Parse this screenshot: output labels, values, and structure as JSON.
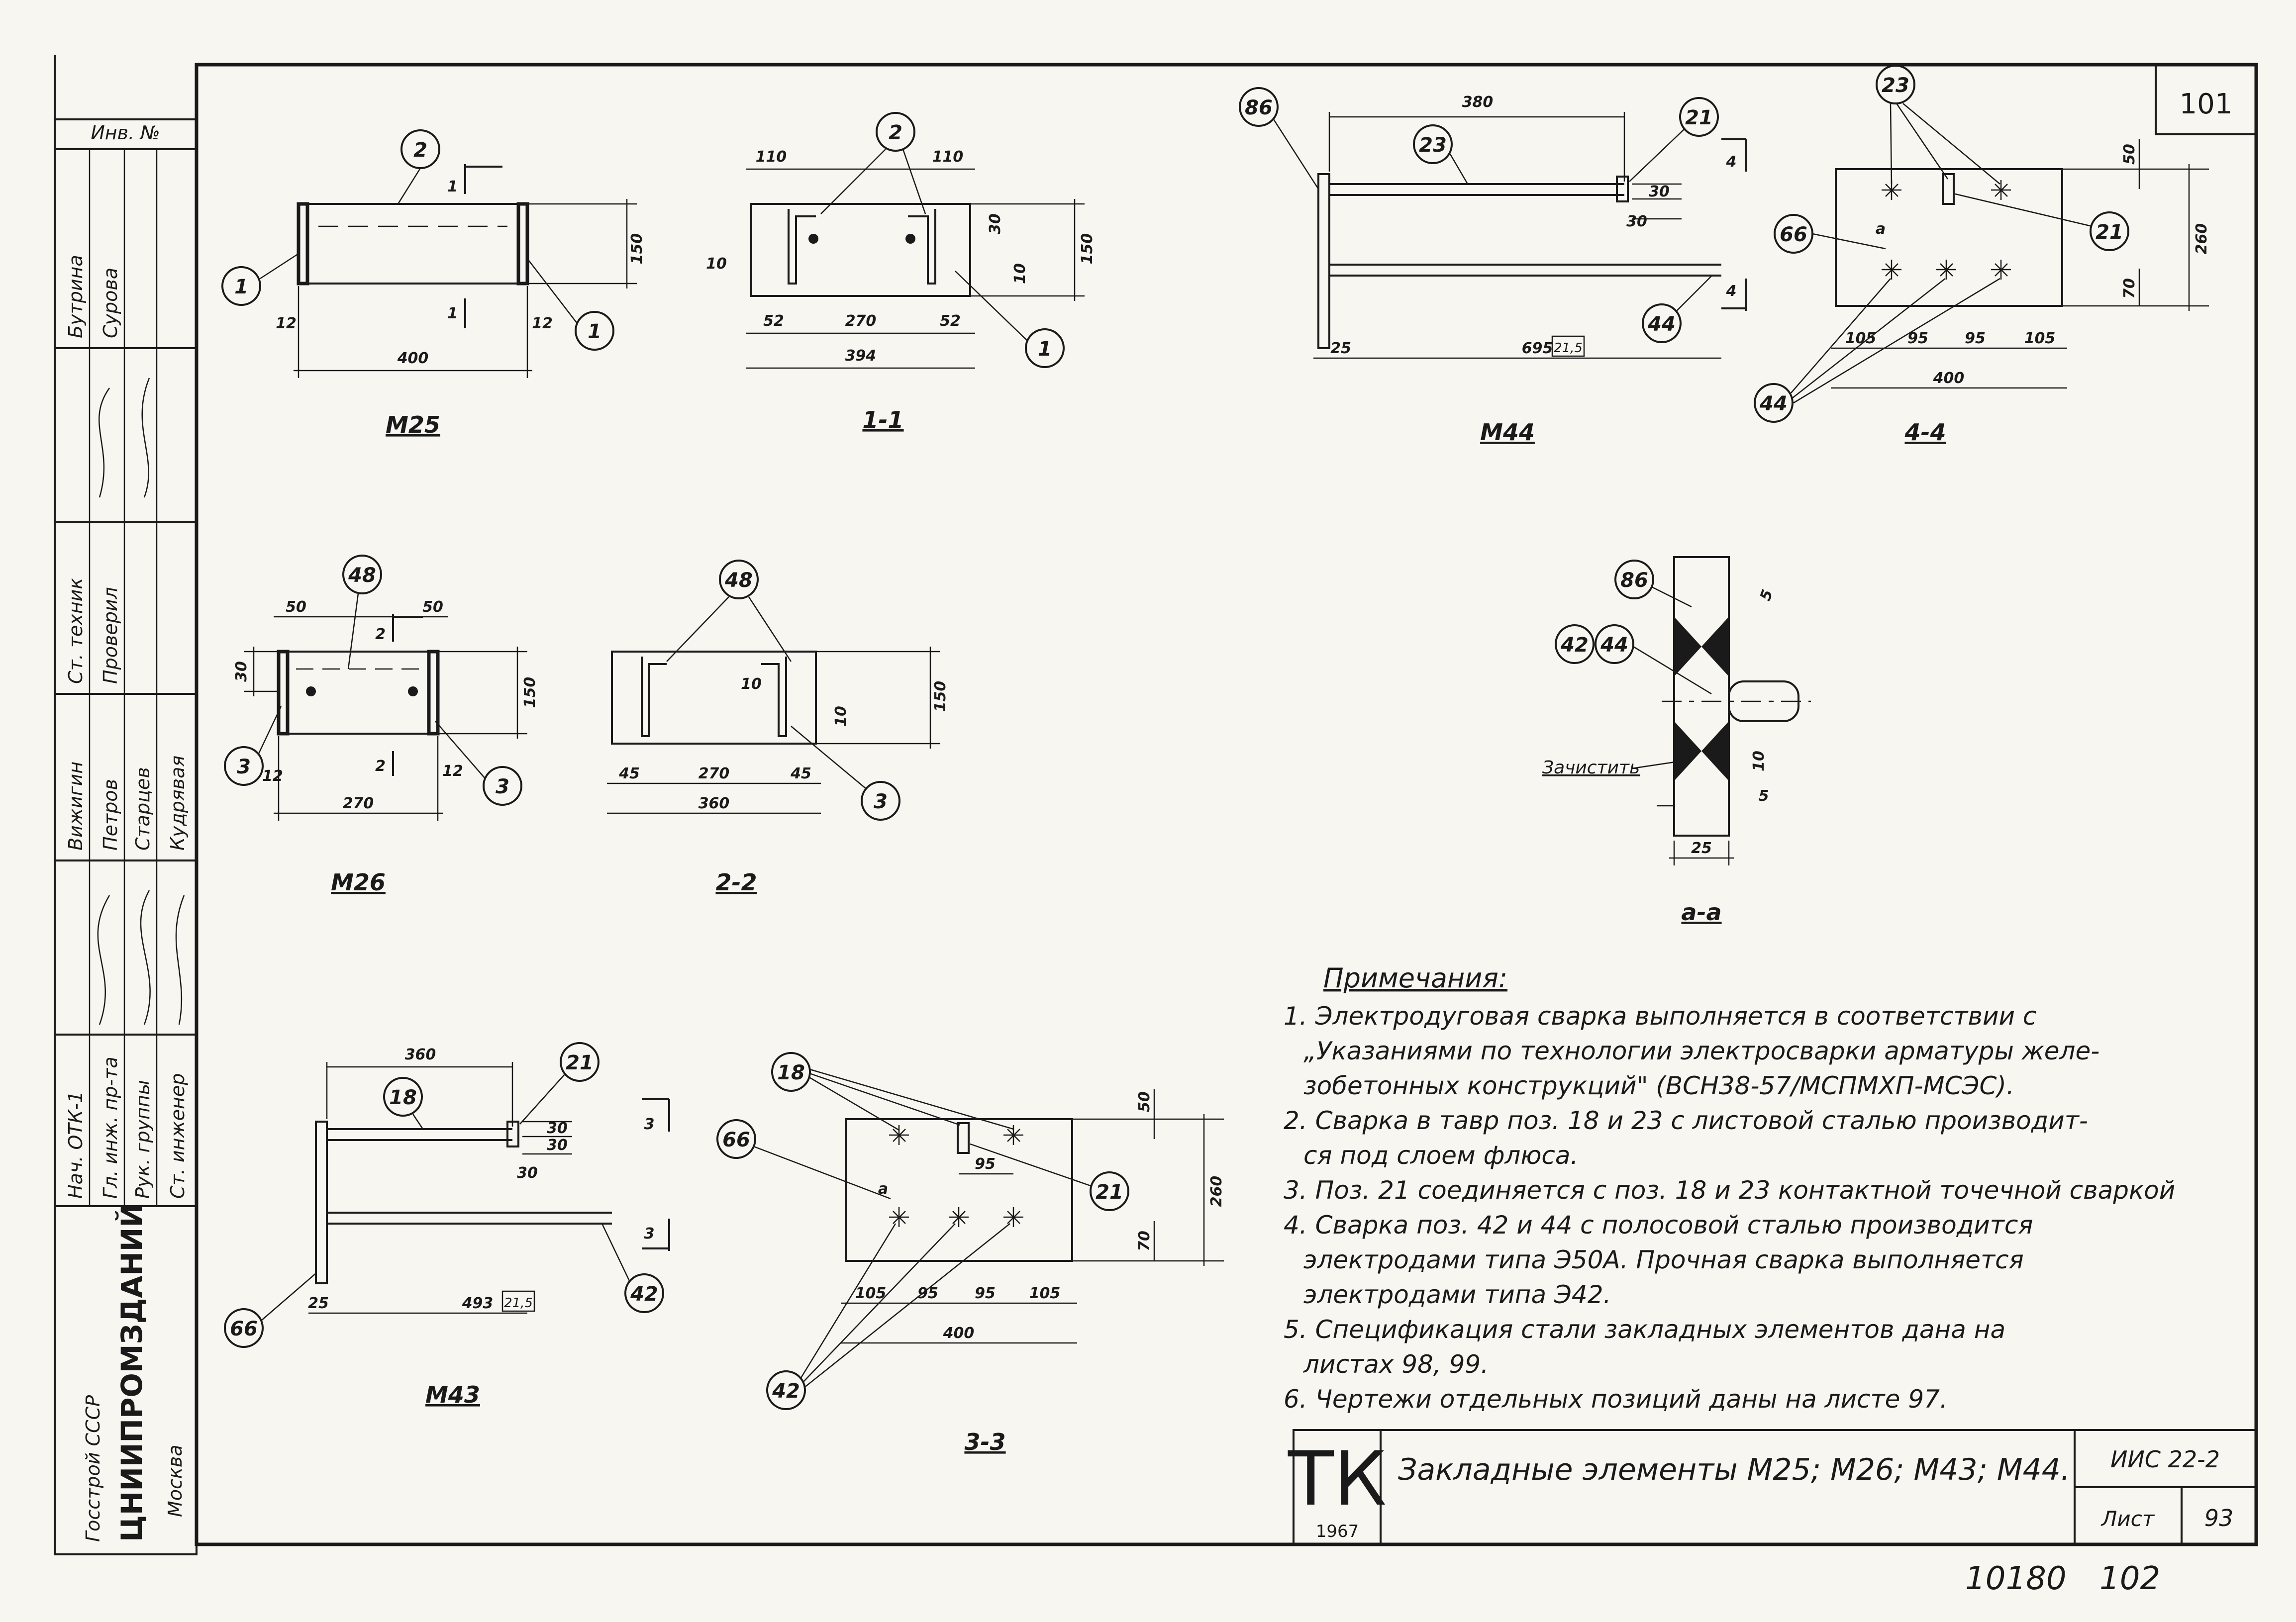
{
  "sheet_corner": "101",
  "bottom_numbers": [
    "10180",
    "102"
  ],
  "sidebar": {
    "inv": "Инв. №",
    "names_col1": [
      "Бутрина",
      "Ст. техник",
      "Вижигин",
      "Нач. ОТК-1"
    ],
    "names_col2": [
      "Сурова",
      "Проверил",
      "Петров",
      "Гл. инж. пр-та"
    ],
    "names_col3": [
      "Старцев",
      "Рук. группы"
    ],
    "names_col4": [
      "Кудрявая",
      "Ст. инженер"
    ],
    "org1": "Госстрой СССР",
    "org2": "ЦНИИПРОМЗДАНИЙ",
    "org3": "Москва"
  },
  "views": {
    "m25": {
      "label": "М25",
      "d_400": "400",
      "d_150": "150",
      "d_12a": "12",
      "d_12b": "12",
      "cut": "1",
      "b2": "2",
      "b1a": "1",
      "b1b": "1"
    },
    "s11": {
      "label": "1-1",
      "d_110a": "110",
      "d_110b": "110",
      "d_270": "270",
      "d_52a": "52",
      "d_52b": "52",
      "d_394": "394",
      "d_150": "150",
      "d_30": "30",
      "d_10a": "10",
      "d_10b": "10",
      "b2": "2",
      "b1": "1"
    },
    "m44": {
      "label": "М44",
      "d_380": "380",
      "d_695": "695",
      "d_25": "25",
      "d_30a": "30",
      "d_30b": "30",
      "cut": "4",
      "box": "21,5",
      "b86": "86",
      "b23": "23",
      "b21": "21",
      "b44": "44"
    },
    "s44": {
      "label": "4-4",
      "d_50": "50",
      "d_260": "260",
      "d_70": "70",
      "d_105a": "105",
      "d_95a": "95",
      "d_95b": "95",
      "d_105b": "105",
      "d_400": "400",
      "a": "a",
      "b23": "23",
      "b66": "66",
      "b21": "21",
      "b44": "44"
    },
    "m26": {
      "label": "М26",
      "d_50a": "50",
      "d_50b": "50",
      "d_30": "30",
      "d_150": "150",
      "d_270": "270",
      "d_12a": "12",
      "d_12b": "12",
      "cut": "2",
      "b48": "48",
      "b3a": "3",
      "b3b": "3"
    },
    "s22": {
      "label": "2-2",
      "d_45a": "45",
      "d_45b": "45",
      "d_270": "270",
      "d_360": "360",
      "d_150": "150",
      "d_10a": "10",
      "d_10b": "10",
      "b48": "48",
      "b3": "3"
    },
    "saa": {
      "label": "а-а",
      "d_5a": "5",
      "d_5b": "5",
      "d_25": "25",
      "d_10": "10",
      "clean": "Зачистить",
      "b86": "86",
      "b42": "42",
      "b44": "44"
    },
    "m43": {
      "label": "М43",
      "d_360": "360",
      "d_493": "493",
      "d_25": "25",
      "d_30a": "30",
      "d_30b": "30",
      "d_30c": "30",
      "cut": "3",
      "box": "21,5",
      "b18": "18",
      "b21": "21",
      "b66": "66",
      "b42": "42"
    },
    "s33": {
      "label": "3-3",
      "d_50": "50",
      "d_260": "260",
      "d_70": "70",
      "d_95": "95",
      "d_105a": "105",
      "d_95b": "95",
      "d_95c": "95",
      "d_105b": "105",
      "d_400": "400",
      "a": "a",
      "b18": "18",
      "b66": "66",
      "b21": "21",
      "b42": "42"
    }
  },
  "notes": {
    "title": "Примечания:",
    "items": [
      "1. Электродуговая сварка выполняется в соответствии с",
      "„Указаниями по технологии электросварки арматуры желе-",
      "зобетонных конструкций\" (ВСН38-57/МСПМХП-МСЭС).",
      "2. Сварка в тавр поз. 18 и 23 с листовой сталью производит-",
      "ся под слоем флюса.",
      "3. Поз. 21 соединяется с поз. 18 и 23 контактной точечной сваркой",
      "4. Сварка поз. 42 и 44 с полосовой сталью производится",
      "электродами типа Э50А. Прочная сварка выполняется",
      "электродами типа Э42.",
      "5. Спецификация стали закладных элементов дана на",
      "листах 98, 99.",
      "6. Чертежи отдельных позиций даны на листе 97."
    ]
  },
  "title_block": {
    "tk": "ТК",
    "year": "1967",
    "title": "Закладные элементы М25; М26; М43; М44.",
    "code": "ИИС 22-2",
    "sheet_label": "Лист",
    "sheet_no": "93"
  }
}
